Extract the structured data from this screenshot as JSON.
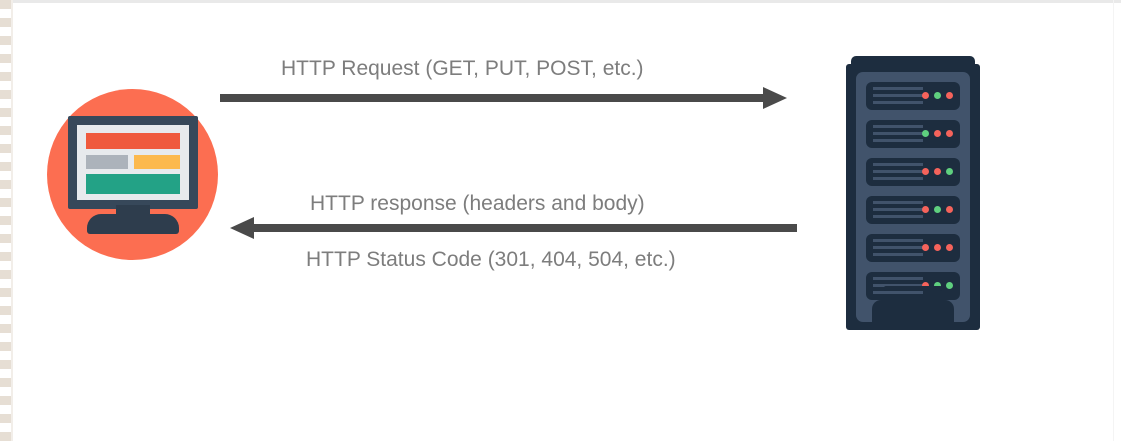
{
  "diagram": {
    "title": "HTTP request/response between client and server",
    "background": "#ffffff",
    "text_color": "#7d7d7d",
    "arrow_color": "#4a4a4a"
  },
  "nodes": {
    "client": {
      "label": "client-computer",
      "icon": "desktop-monitor-icon",
      "circle_color": "#fc6e51",
      "screen_colors": [
        "#ef5a3d",
        "#acb3bb",
        "#fcb94d",
        "#23a286"
      ]
    },
    "server": {
      "label": "server-rack",
      "icon": "server-rack-icon",
      "body_color": "#1d2d3f",
      "panel_color": "#41536b",
      "led_red": "#f5635b",
      "led_green": "#5fd07f",
      "bays": [
        {
          "leds": [
            "red",
            "green",
            "red"
          ]
        },
        {
          "leds": [
            "green",
            "red",
            "red"
          ]
        },
        {
          "leds": [
            "red",
            "red",
            "green"
          ]
        },
        {
          "leds": [
            "red",
            "green",
            "red"
          ]
        },
        {
          "leds": [
            "red",
            "red",
            "red"
          ]
        },
        {
          "leds": [
            "red",
            "green",
            "green"
          ]
        }
      ]
    }
  },
  "flows": [
    {
      "id": "request",
      "direction": "client-to-server",
      "label": "HTTP Request (GET,  PUT, POST, etc.)"
    },
    {
      "id": "response",
      "direction": "server-to-client",
      "label": "HTTP response (headers and body)",
      "sublabel": "HTTP Status Code (301, 404, 504, etc.)"
    }
  ]
}
